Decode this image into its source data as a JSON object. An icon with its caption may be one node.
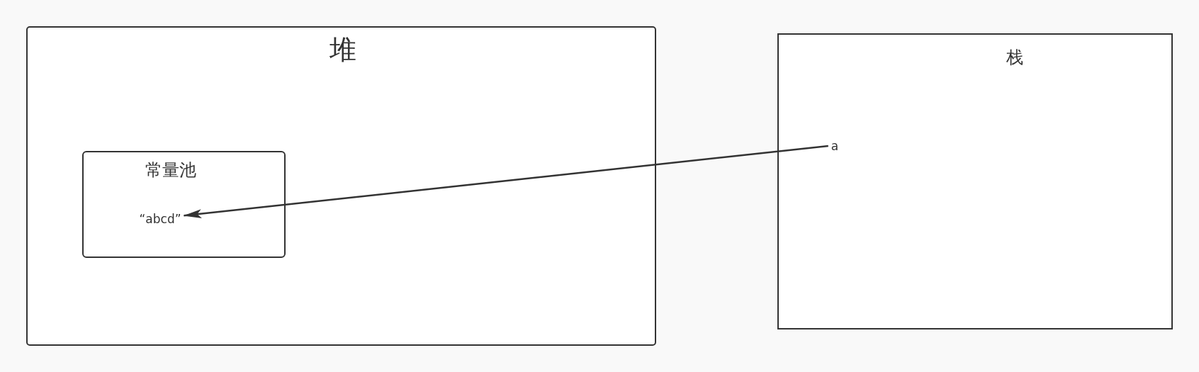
{
  "diagram": {
    "nodes": [
      {
        "text": [
          "堆"
        ]
      },
      {
        "text": [
          "常量池"
        ],
        "in": 0
      },
      {
        "text": [
          "“abcd”"
        ],
        "in": 1
      },
      {
        "text": [
          "栈"
        ]
      },
      {
        "text": [
          "a"
        ],
        "in": 3
      }
    ],
    "edges": [
      {
        "from": 4,
        "to": 2,
        "arrow": "to"
      }
    ]
  }
}
